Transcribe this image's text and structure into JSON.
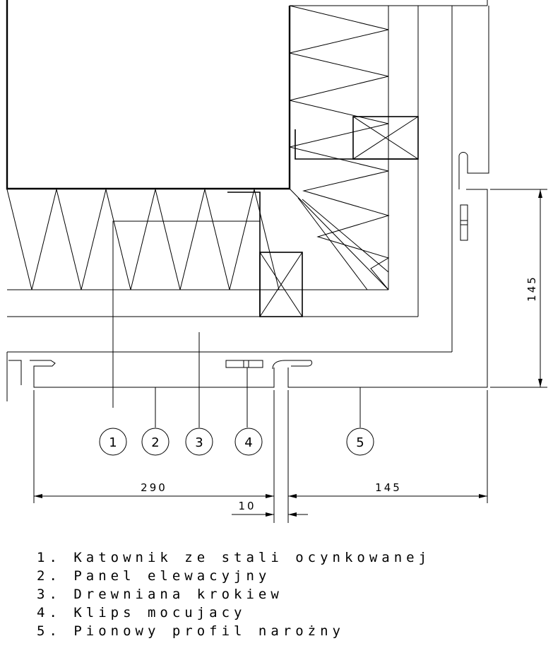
{
  "dimensions": {
    "width_total": "290",
    "gap": "10",
    "width_corner": "145",
    "height_corner": "145"
  },
  "balloons": [
    "1",
    "2",
    "3",
    "4",
    "5"
  ],
  "legend": [
    "1. Katownik ze stali ocynkowanej",
    "2. Panel elewacyjny",
    "3. Drewniana krokiew",
    "4. Klips mocujacy",
    "5. Pionowy profil narożny"
  ]
}
